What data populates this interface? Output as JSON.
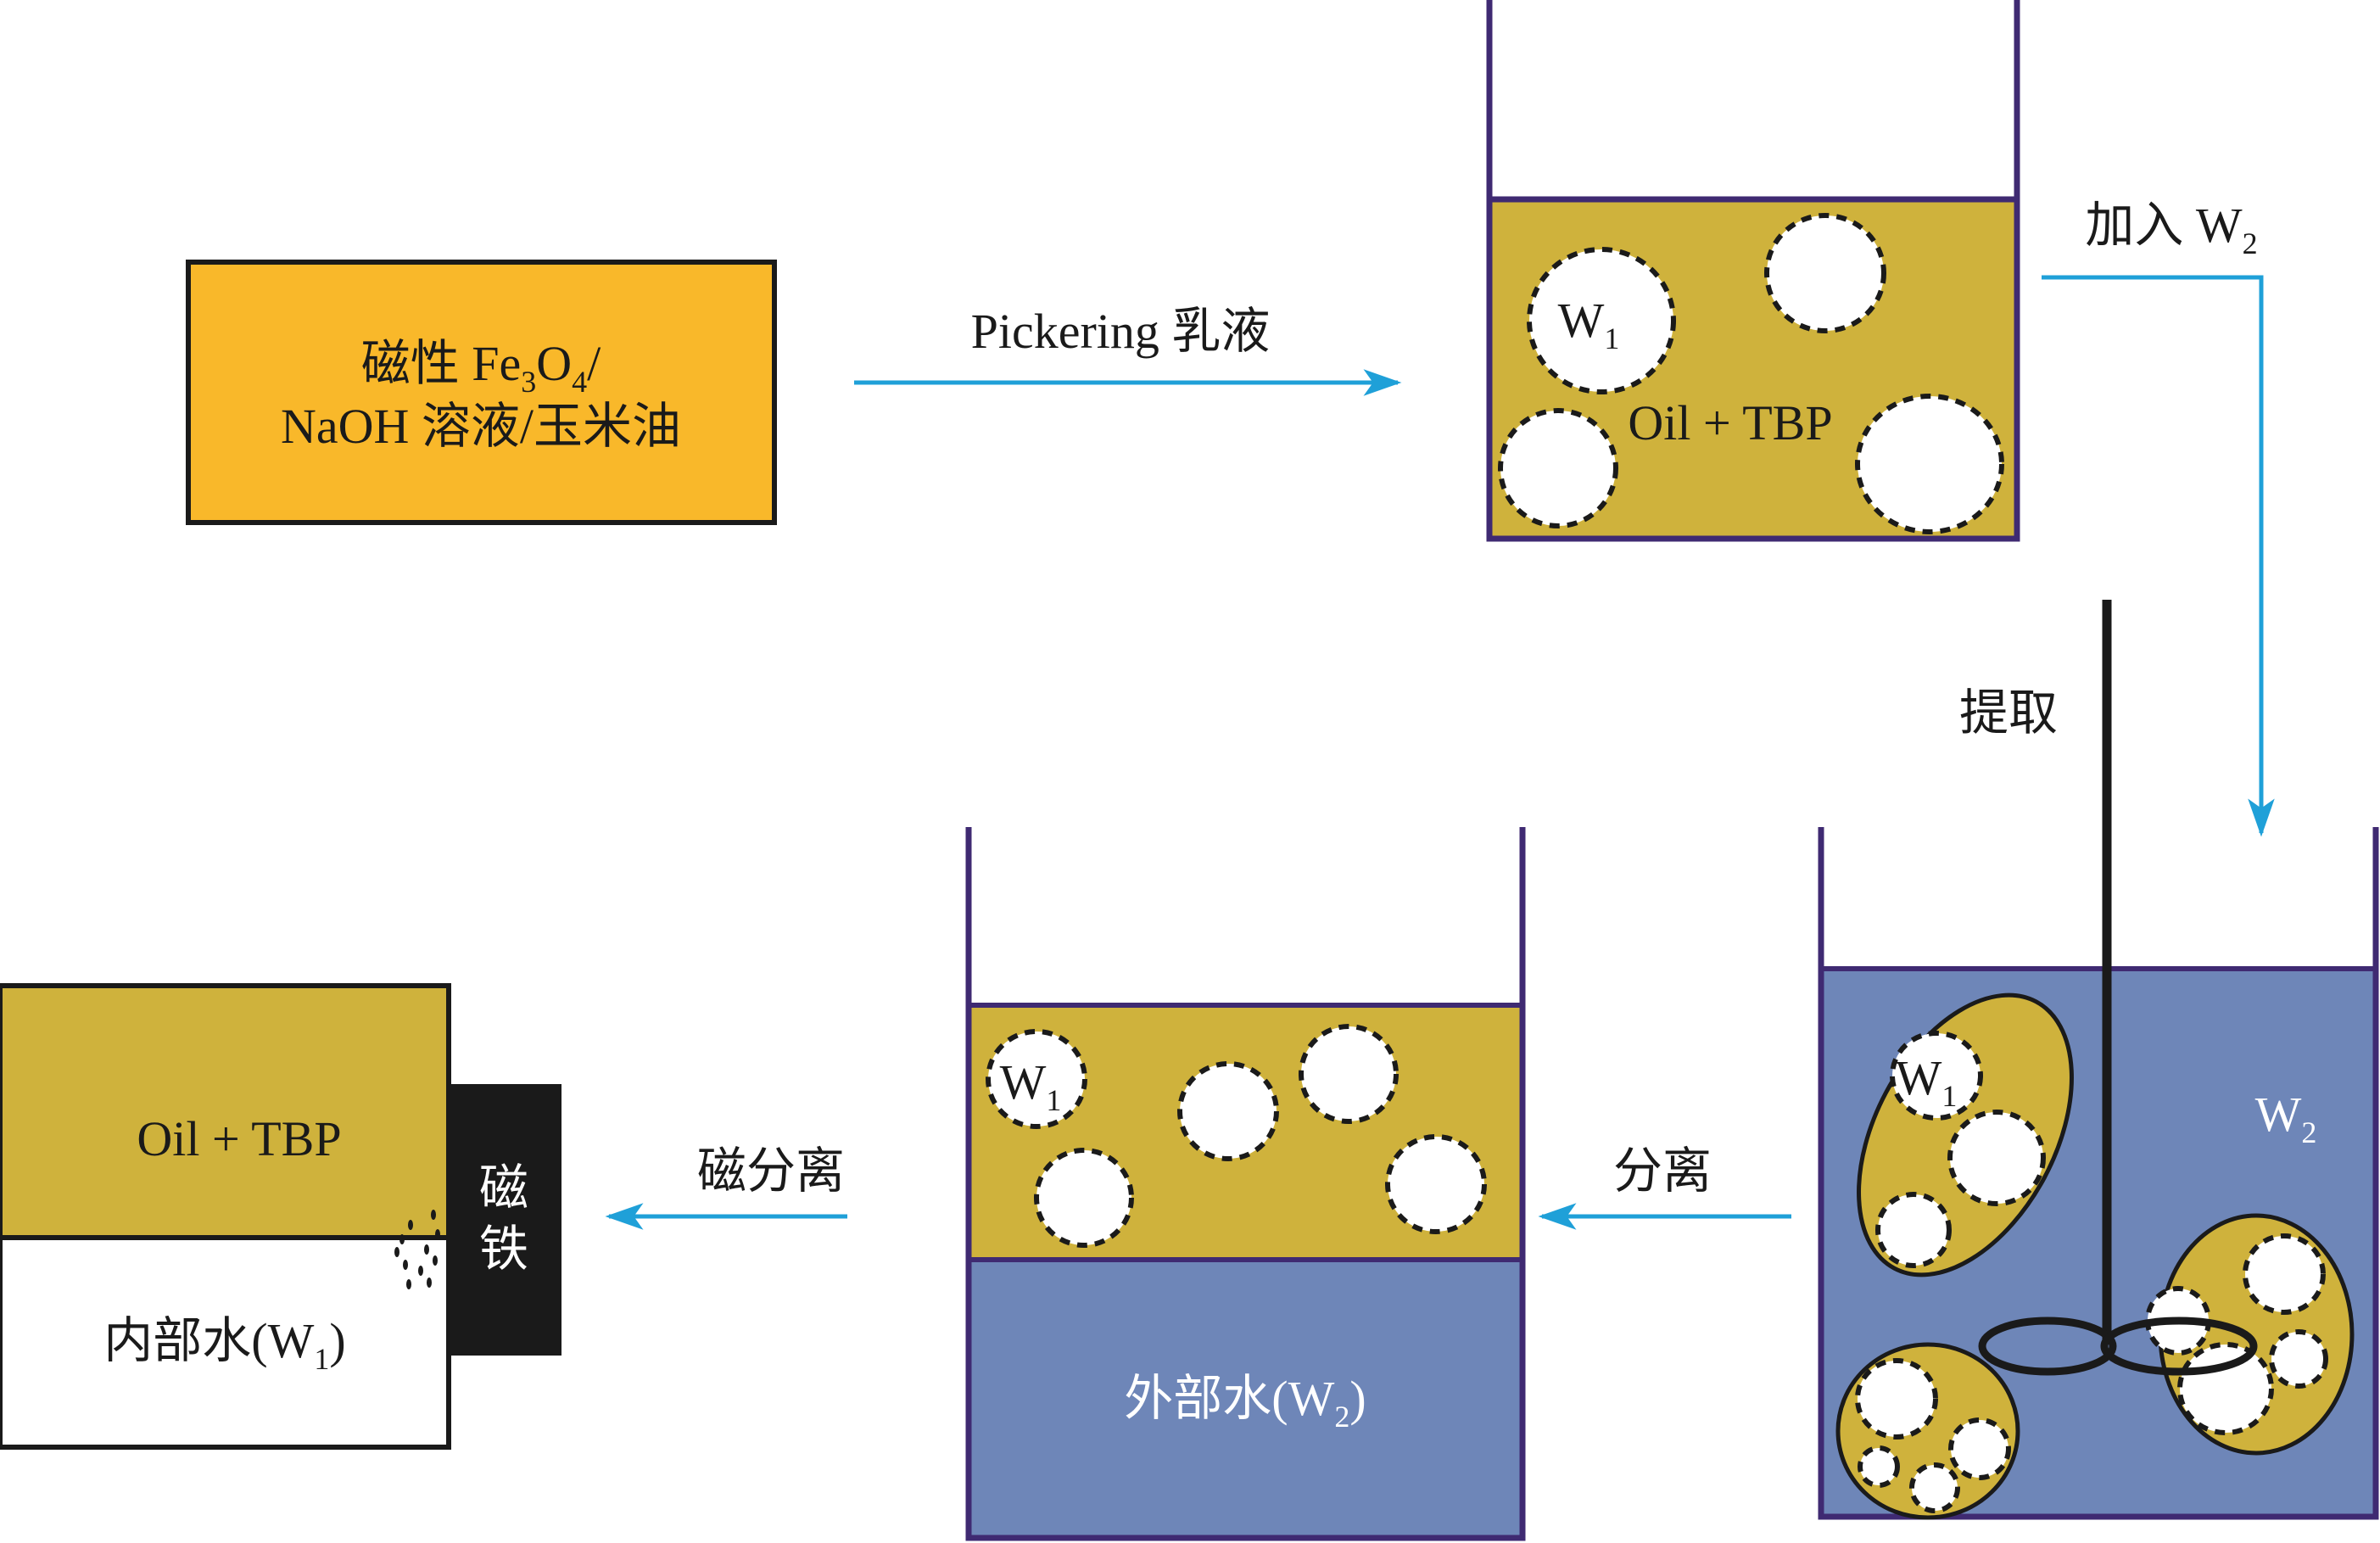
{
  "title": "磁性Fe3O4 Pickering乳液液膜提取流程示意图",
  "colors": {
    "start_box": "#f9b82a",
    "oil": "#cfb23c",
    "water": "#6e86b8",
    "beaker_outline": "#3f2a72",
    "arrow": "#1fa0d8",
    "magnet": "#1a1a1a"
  },
  "start_box": {
    "line1_prefix": "磁性 Fe",
    "line1_sub1": "3",
    "line1_mid": "O",
    "line1_sub2": "4",
    "line1_suffix": "/",
    "line2": "NaOH 溶液/玉米油"
  },
  "steps": {
    "emulsify": {
      "label": "Pickering 乳液"
    },
    "add_w2": {
      "label": "加入 W",
      "sub": "2"
    },
    "extract": {
      "label": "提取"
    },
    "separate": {
      "label": "分离"
    },
    "magnetic_separate": {
      "label": "磁分离"
    }
  },
  "beaker_emulsion": {
    "phase_label": "Oil + TBP",
    "droplet_label": "W",
    "droplet_sub": "1"
  },
  "beaker_extraction": {
    "droplet_label": "W",
    "droplet_sub": "1",
    "water_label": "W",
    "water_sub": "2"
  },
  "beaker_separated": {
    "droplet_label": "W",
    "droplet_sub": "1",
    "water_label": "外部水(W",
    "water_sub": "2",
    "water_close": ")"
  },
  "magnetic_cell": {
    "oil_label": "Oil + TBP",
    "water_label": "内部水(W",
    "water_sub": "1",
    "water_close": ")",
    "magnet_label_1": "磁",
    "magnet_label_2": "铁"
  }
}
